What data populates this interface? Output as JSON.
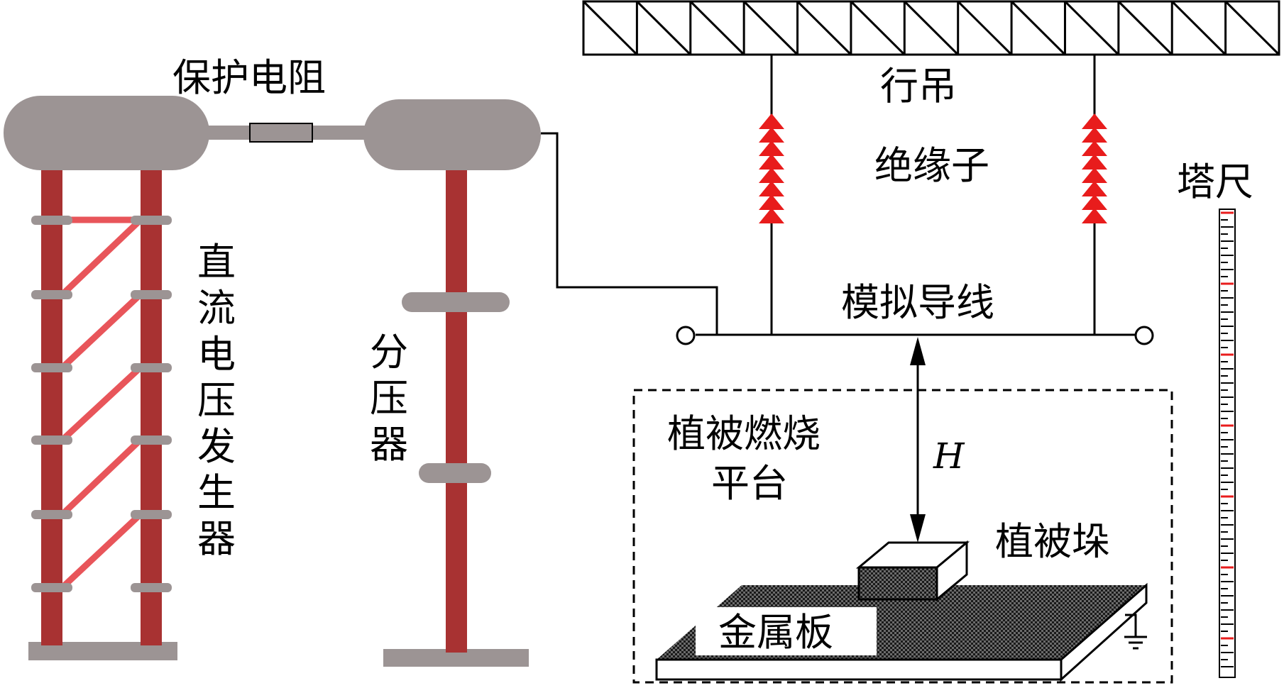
{
  "labels": {
    "protective_resistor": "保护电阻",
    "crane": "行吊",
    "insulator": "绝缘子",
    "tower_ruler": "塔尺",
    "simulated_conductor": "模拟导线",
    "dc_generator": [
      "直",
      "流",
      "电",
      "压",
      "发",
      "生",
      "器"
    ],
    "voltage_divider": [
      "分",
      "压",
      "器"
    ],
    "burning_platform": [
      "植被燃烧",
      "平台"
    ],
    "gap_height": "H",
    "vegetation_pile": "植被垛",
    "metal_plate": "金属板"
  },
  "colors": {
    "tower_red": "#a83232",
    "brace_red": "#e8555a",
    "electrode_gray": "#9c9494",
    "insulator_red": "#e81c1c",
    "line_black": "#000000"
  },
  "icons": [
    "ground-icon",
    "arrow-up-icon",
    "arrow-down-icon"
  ]
}
